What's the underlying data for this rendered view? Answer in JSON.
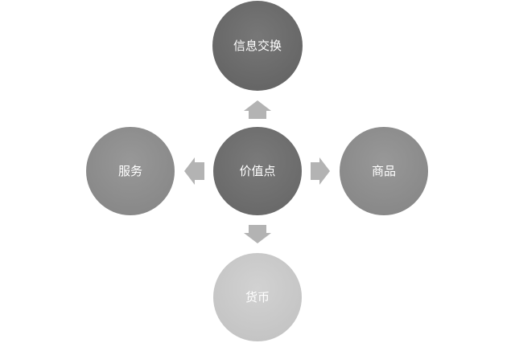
{
  "diagram": {
    "center": {
      "label": "价值点",
      "color": "#6e6e6e"
    },
    "nodes": {
      "top": {
        "label": "信息交换",
        "color": "#6b6b6b"
      },
      "left": {
        "label": "服务",
        "color": "#8e8e8e"
      },
      "right": {
        "label": "商品",
        "color": "#8e8e8e"
      },
      "bottom": {
        "label": "货币",
        "color": "#c9c9c9"
      }
    },
    "arrow_color": "#b3b3b3"
  }
}
